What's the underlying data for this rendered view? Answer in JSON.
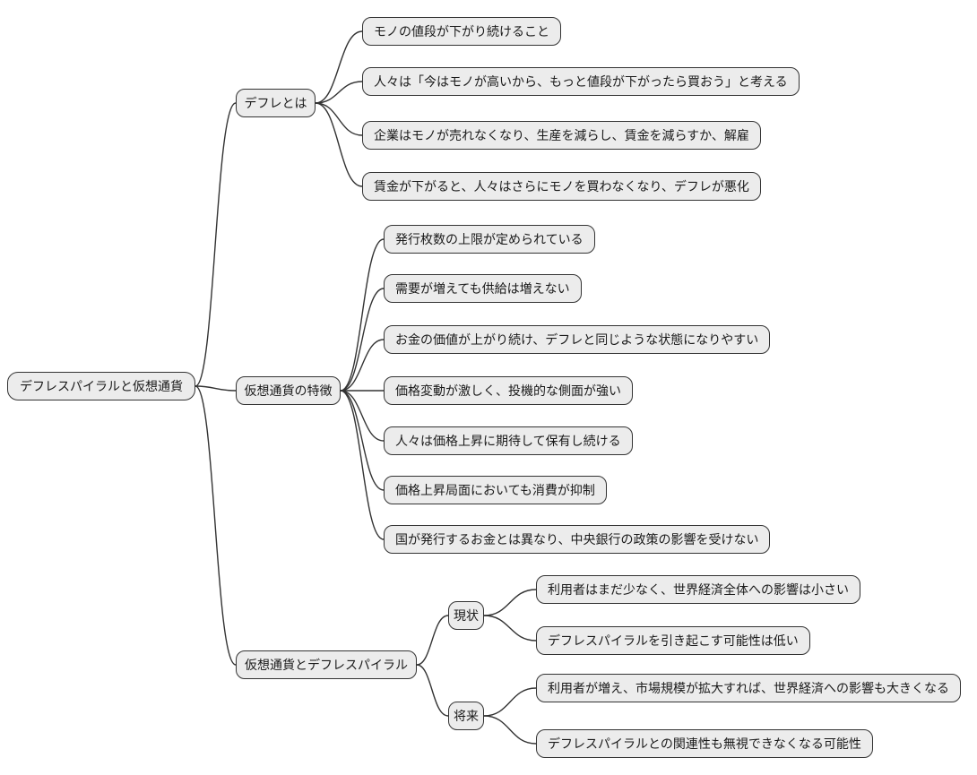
{
  "diagram": {
    "type": "mindmap",
    "colors": {
      "background": "#ffffff",
      "node_fill": "#ececec",
      "node_border": "#333333",
      "edge": "#333333",
      "text": "#1a1a1a"
    },
    "root": {
      "label": "デフレスパイラルと仮想通貨"
    },
    "branches": [
      {
        "label": "デフレとは",
        "children": [
          {
            "label": "モノの値段が下がり続けること"
          },
          {
            "label": "人々は「今はモノが高いから、もっと値段が下がったら買おう」と考える"
          },
          {
            "label": "企業はモノが売れなくなり、生産を減らし、賃金を減らすか、解雇"
          },
          {
            "label": "賃金が下がると、人々はさらにモノを買わなくなり、デフレが悪化"
          }
        ]
      },
      {
        "label": "仮想通貨の特徴",
        "children": [
          {
            "label": "発行枚数の上限が定められている"
          },
          {
            "label": "需要が増えても供給は増えない"
          },
          {
            "label": "お金の価値が上がり続け、デフレと同じような状態になりやすい"
          },
          {
            "label": "価格変動が激しく、投機的な側面が強い"
          },
          {
            "label": "人々は価格上昇に期待して保有し続ける"
          },
          {
            "label": "価格上昇局面においても消費が抑制"
          },
          {
            "label": "国が発行するお金とは異なり、中央銀行の政策の影響を受けない"
          }
        ]
      },
      {
        "label": "仮想通貨とデフレスパイラル",
        "children": [
          {
            "label": "現状",
            "children": [
              {
                "label": "利用者はまだ少なく、世界経済全体への影響は小さい"
              },
              {
                "label": "デフレスパイラルを引き起こす可能性は低い"
              }
            ]
          },
          {
            "label": "将来",
            "children": [
              {
                "label": "利用者が増え、市場規模が拡大すれば、世界経済への影響も大きくなる"
              },
              {
                "label": "デフレスパイラルとの関連性も無視できなくなる可能性"
              }
            ]
          }
        ]
      }
    ]
  }
}
